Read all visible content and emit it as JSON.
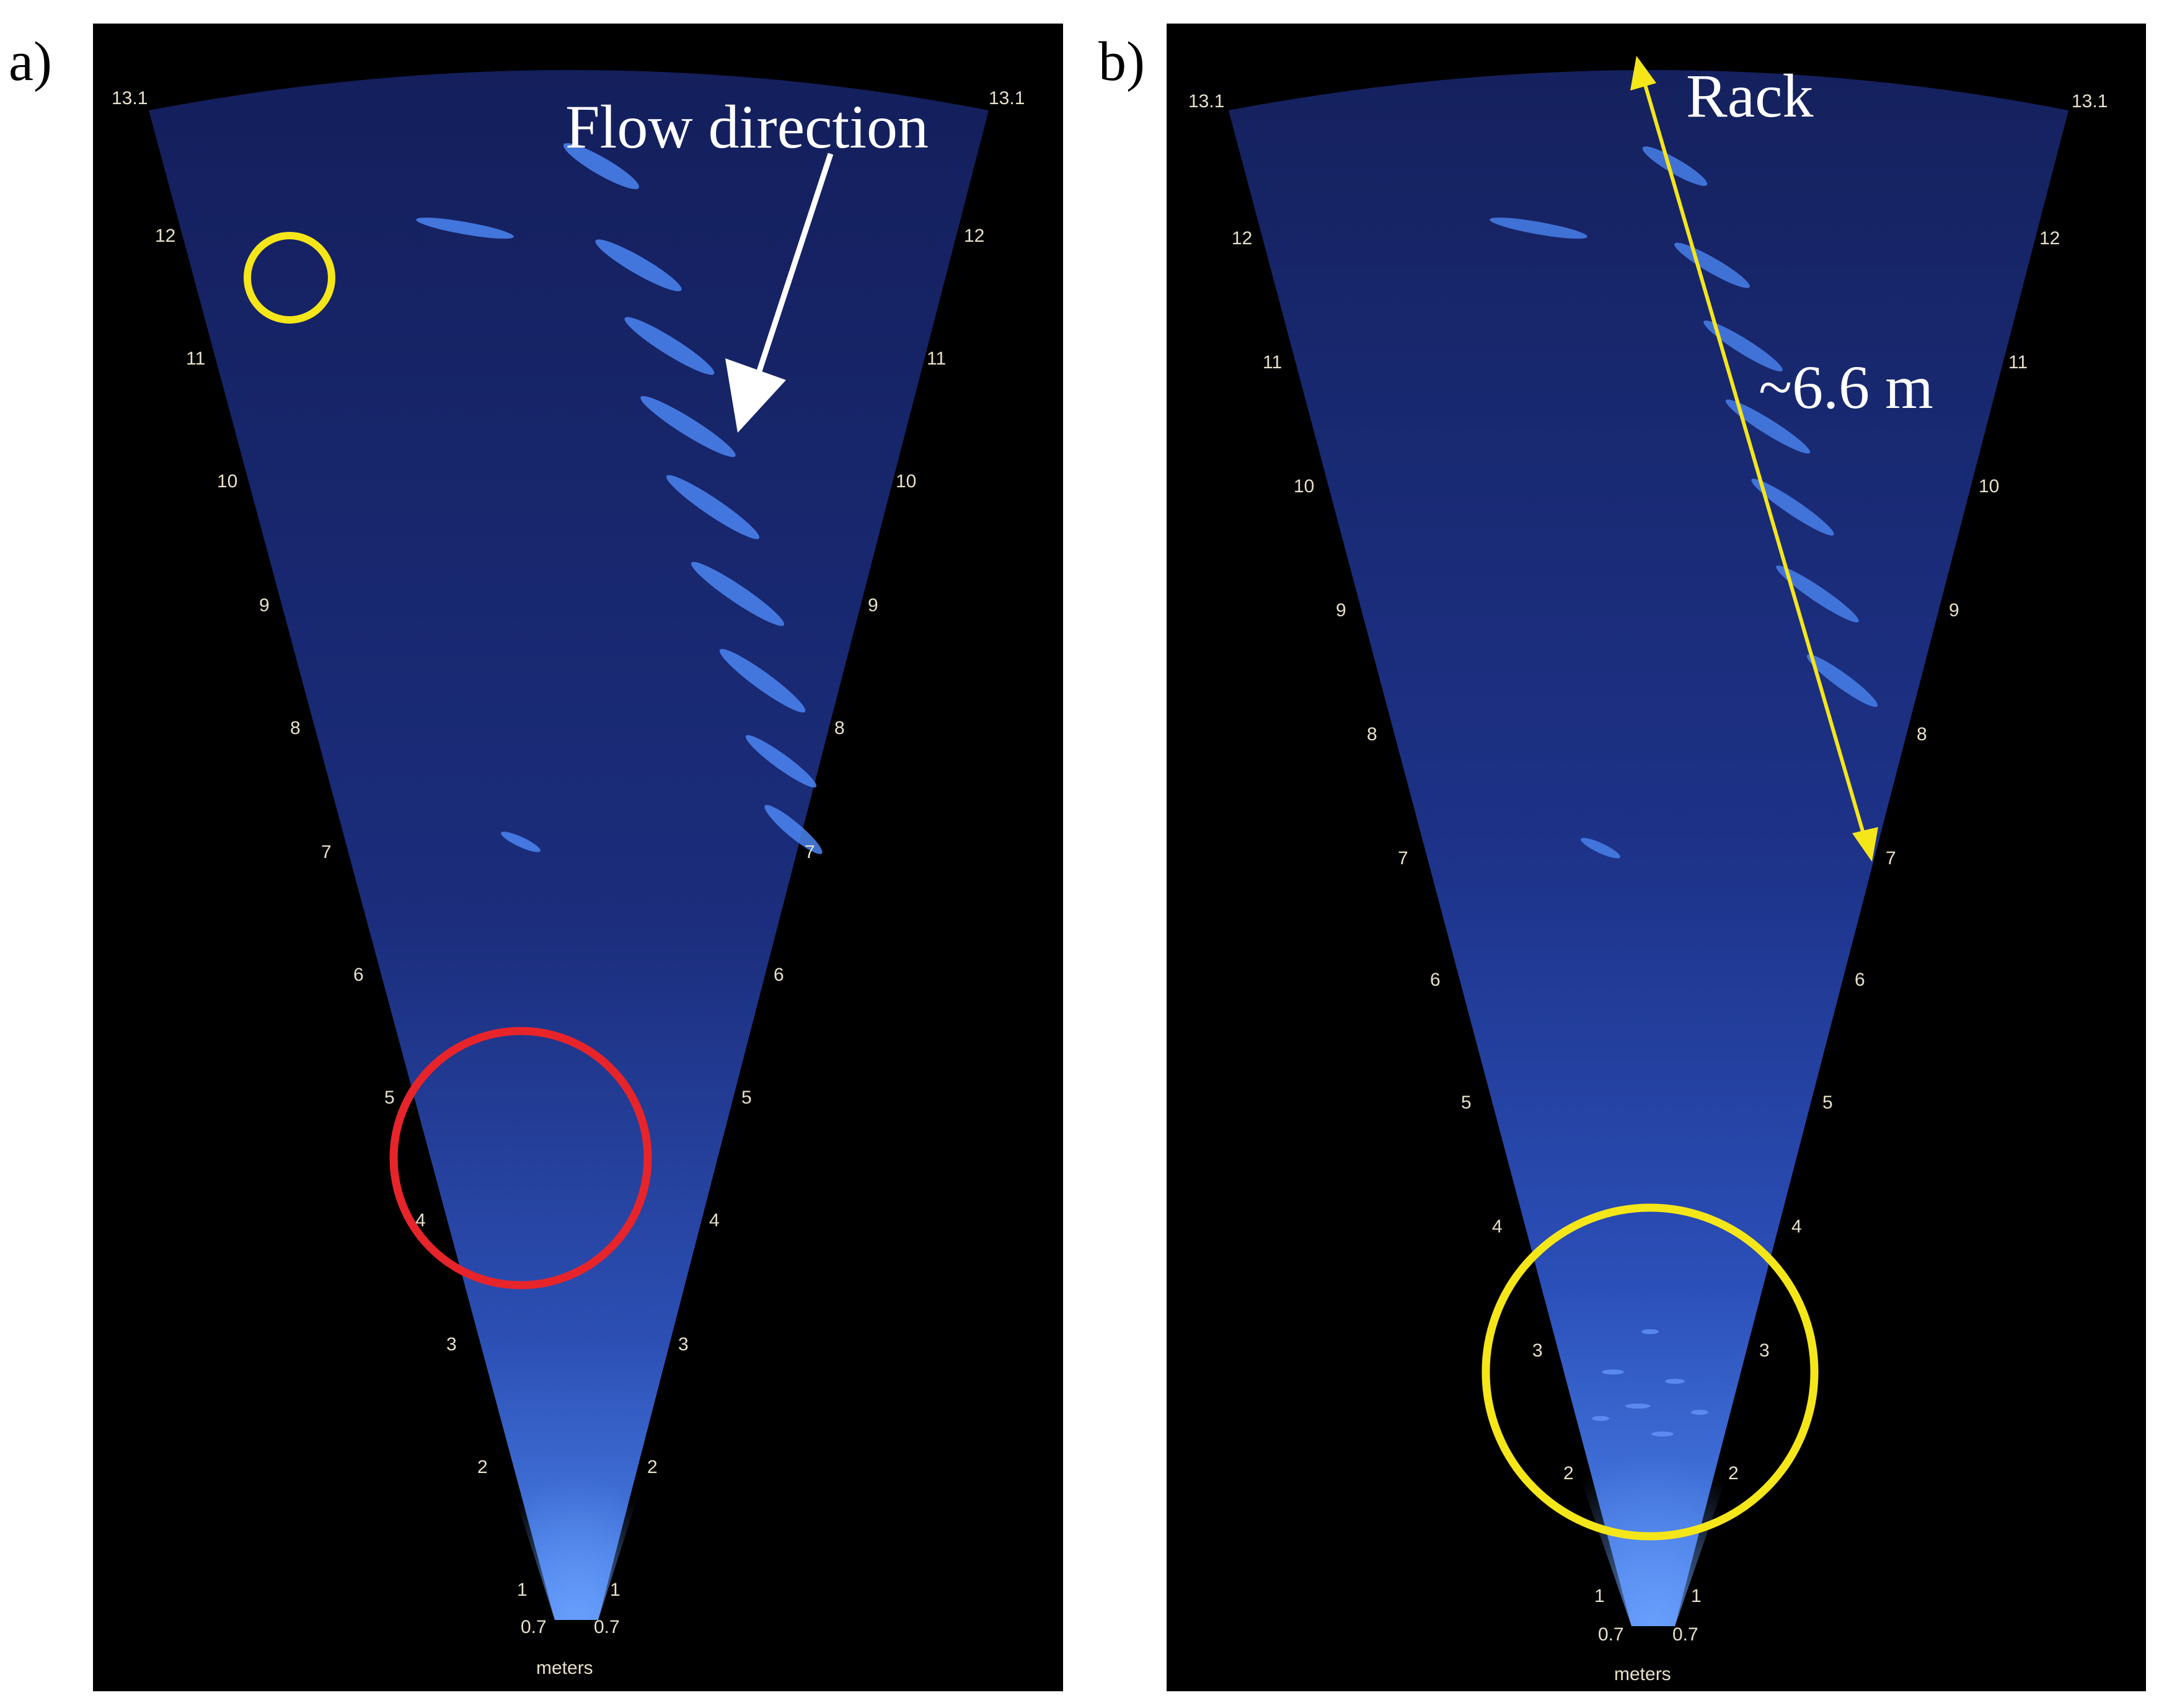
{
  "panels": [
    {
      "letter": "a)",
      "unit_label": "meters",
      "range_ticks_left": [
        "13.1",
        "12",
        "11",
        "10",
        "9",
        "8",
        "7",
        "6",
        "5",
        "4",
        "3",
        "2",
        "1",
        "0.7"
      ],
      "range_ticks_right": [
        "13.1",
        "12",
        "11",
        "10",
        "9",
        "8",
        "7",
        "6",
        "5",
        "4",
        "3",
        "2",
        "1",
        "0.7"
      ],
      "annotations": {
        "flow_label": "Flow direction"
      },
      "colors": {
        "small_circle": "#f5e61a",
        "large_circle": "#e8242b",
        "arrow": "#ffffff"
      }
    },
    {
      "letter": "b)",
      "unit_label": "meters",
      "range_ticks_left": [
        "13.1",
        "12",
        "11",
        "10",
        "9",
        "8",
        "7",
        "6",
        "5",
        "4",
        "3",
        "2",
        "1",
        "0.7"
      ],
      "range_ticks_right": [
        "13.1",
        "12",
        "11",
        "10",
        "9",
        "8",
        "7",
        "6",
        "5",
        "4",
        "3",
        "2",
        "1",
        "0.7"
      ],
      "annotations": {
        "rack_label": "Rack",
        "distance_label": "~6.6 m"
      },
      "colors": {
        "circle": "#f5e61a",
        "arrow": "#f5e61a"
      }
    }
  ],
  "colors": {
    "background": "#000000",
    "sonar_dark": "#101a4a",
    "sonar_bright": "#3a6ee0"
  }
}
